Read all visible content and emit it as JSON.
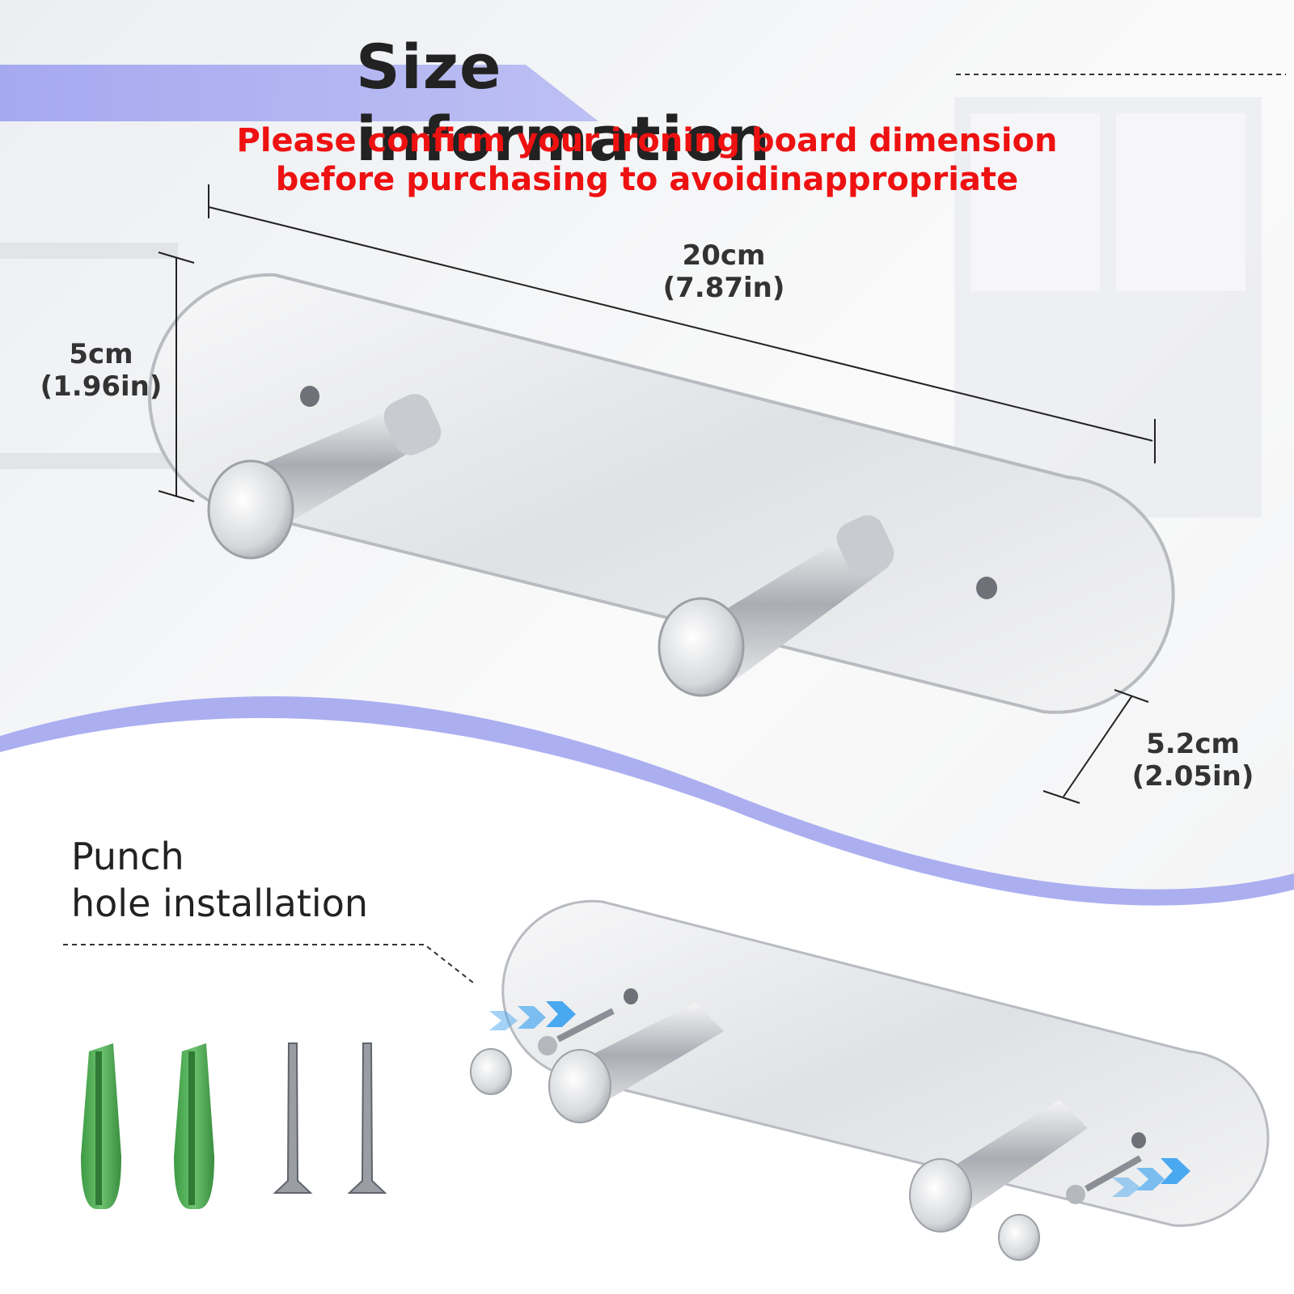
{
  "header": {
    "title": "Size information",
    "subtitle_line1": "Please confirm your ironing board dimension",
    "subtitle_line2": "before purchasing to avoidinappropriate"
  },
  "dimensions": {
    "length_cm": "20cm",
    "length_in": "(7.87in)",
    "height_cm": "5cm",
    "height_in": "(1.96in)",
    "depth_cm": "5.2cm",
    "depth_in": "(2.05in)"
  },
  "installation": {
    "line1": "Punch",
    "line2": "hole installation"
  },
  "colors": {
    "accent_lavender": "#9ea2ef",
    "warning_red": "#ee1111",
    "anchor_green": "#4caf50",
    "steel": "#c9ccd1"
  }
}
